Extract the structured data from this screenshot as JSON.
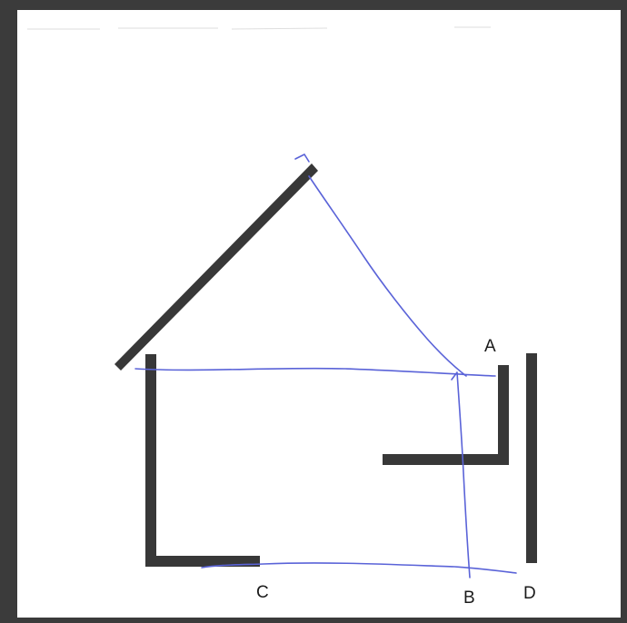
{
  "figure": {
    "labels": {
      "a": "A",
      "b": "B",
      "c": "C",
      "d": "D"
    }
  },
  "colors": {
    "frame": "#3b3b3b",
    "bars": "#383838",
    "pen": "#5a63d8",
    "paper": "#ffffff",
    "label_text": "#1a1a1a"
  }
}
